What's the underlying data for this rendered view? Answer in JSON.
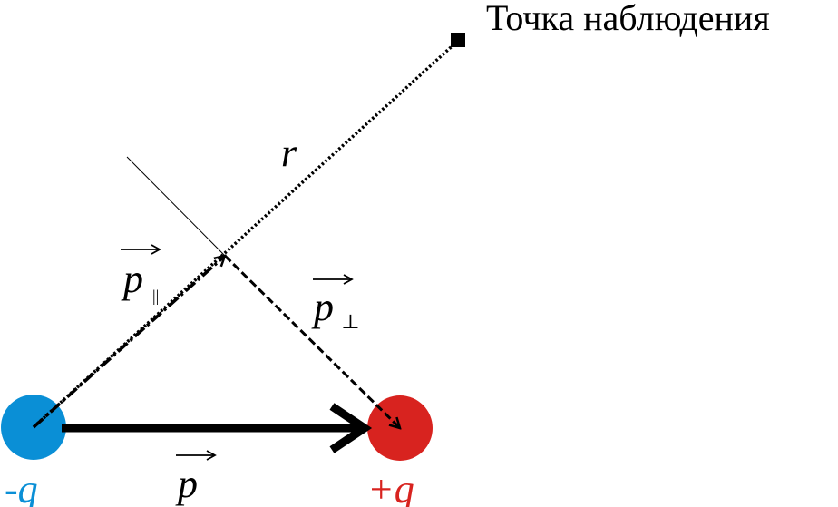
{
  "labels": {
    "observation_point": "Точка наблюдения",
    "r": "r",
    "p_parallel": "p",
    "p_parallel_sub": "||",
    "p_perp": "p",
    "p_perp_sub": "⊥",
    "p": "p",
    "neg_charge": "-q",
    "pos_charge": "+q"
  },
  "colors": {
    "negative_charge": "#0a8fd6",
    "positive_charge": "#d8231f",
    "stroke": "#000000"
  }
}
